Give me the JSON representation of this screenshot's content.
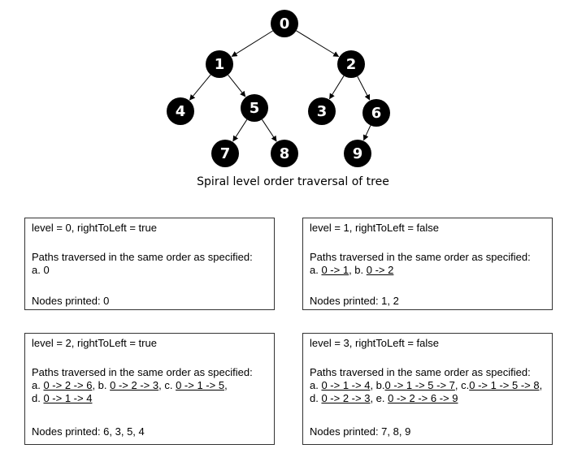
{
  "tree": {
    "nodes": [
      {
        "id": "0",
        "label": "0"
      },
      {
        "id": "1",
        "label": "1"
      },
      {
        "id": "2",
        "label": "2"
      },
      {
        "id": "4",
        "label": "4"
      },
      {
        "id": "5",
        "label": "5"
      },
      {
        "id": "3",
        "label": "3"
      },
      {
        "id": "6",
        "label": "6"
      },
      {
        "id": "7",
        "label": "7"
      },
      {
        "id": "8",
        "label": "8"
      },
      {
        "id": "9",
        "label": "9"
      }
    ],
    "edges": [
      [
        "0",
        "1"
      ],
      [
        "0",
        "2"
      ],
      [
        "1",
        "4"
      ],
      [
        "1",
        "5"
      ],
      [
        "2",
        "3"
      ],
      [
        "2",
        "6"
      ],
      [
        "5",
        "7"
      ],
      [
        "5",
        "8"
      ],
      [
        "6",
        "9"
      ]
    ],
    "node_color": "#000000",
    "label_color": "#ffffff"
  },
  "caption": "Spiral level order traversal of tree",
  "panels": {
    "p0": {
      "header": "level  = 0, rightToLeft = true",
      "paths_title": "Paths  traversed in the same order as specified:",
      "path_line1_prefix": "a. 0",
      "nodes": "Nodes printed: 0"
    },
    "p1": {
      "header": "level = 1, rightToLeft = false",
      "paths_title": "Paths  traversed in the same order as specified:",
      "a_prefix": "a. ",
      "a_path": "0 -> 1",
      "b_prefix": ", b. ",
      "b_path": "0 -> 2",
      "nodes": "Nodes printed:  1, 2"
    },
    "p2": {
      "header": "level = 2, rightToLeft = true",
      "paths_title": "Paths  traversed in the same order as specified:",
      "a_prefix": "a. ",
      "a_path": "0 -> 2 -> 6",
      "b_prefix": ", b. ",
      "b_path": "0 -> 2 -> 3",
      "c_prefix": ", c. ",
      "c_path": "0 -> 1 -> 5",
      "c_suffix": ",",
      "d_prefix": "d. ",
      "d_path": "0 -> 1 -> 4",
      "nodes": "Nodes printed: 6, 3, 5, 4"
    },
    "p3": {
      "header": "level = 3, rightToLeft = false",
      "paths_title": "Paths  traversed in the same order as specified:",
      "a_prefix": "a. ",
      "a_path": "0 -> 1 -> 4",
      "b_prefix": ",  b.",
      "b_path": "0 -> 1 -> 5 -> 7",
      "c_prefix": ", c.",
      "c_path": "0 -> 1 -> 5 -> 8",
      "c_suffix": ",",
      "d_prefix": "d. ",
      "d_path": "0 -> 2 -> 3",
      "e_prefix": ", e. ",
      "e_path": "0 -> 2 -> 6 -> 9",
      "nodes": "Nodes printed: 7, 8, 9"
    }
  }
}
